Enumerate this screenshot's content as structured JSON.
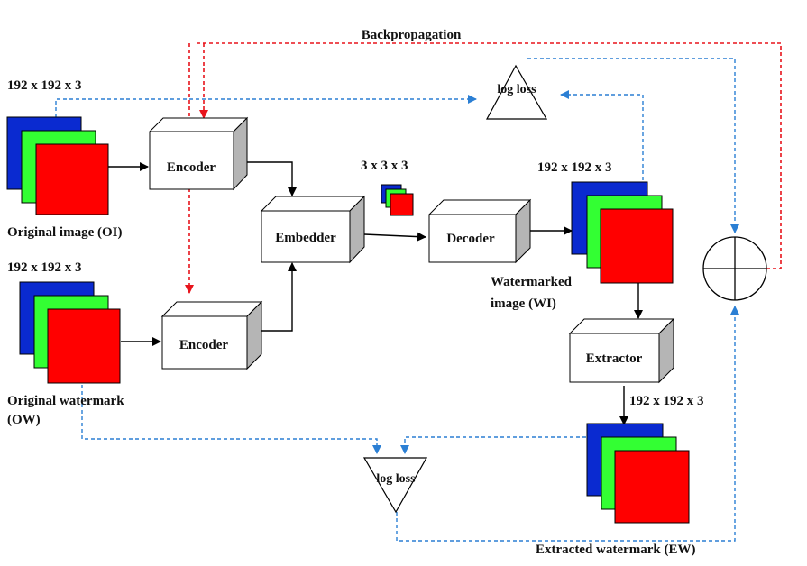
{
  "title": "Backpropagation",
  "colors": {
    "red_channel": "#ff0000",
    "green_channel": "#33ff33",
    "blue_channel": "#0a2ad0",
    "backprop_line": "#e8141c",
    "loss_line": "#2b7fd4",
    "block_face": "#ffffff",
    "block_side": "#b5b5b5"
  },
  "images": {
    "original_image": {
      "size": "192 x 192 x 3",
      "label": "Original image (OI)"
    },
    "original_watermark": {
      "size": "192 x 192 x 3",
      "label_line1": "Original watermark",
      "label_line2": "(OW)"
    },
    "latent": {
      "size": "3 x 3 x 3"
    },
    "watermarked_image": {
      "size": "192 x 192 x 3",
      "label_line1": "Watermarked",
      "label_line2": "image (WI)"
    },
    "extracted_watermark": {
      "size": "192 x 192 x 3",
      "label": "Extracted watermark (EW)"
    }
  },
  "blocks": {
    "encoder_top": "Encoder",
    "encoder_bottom": "Encoder",
    "embedder": "Embedder",
    "decoder": "Decoder",
    "extractor": "Extractor"
  },
  "losses": {
    "top": "log loss",
    "bottom": "log loss"
  }
}
